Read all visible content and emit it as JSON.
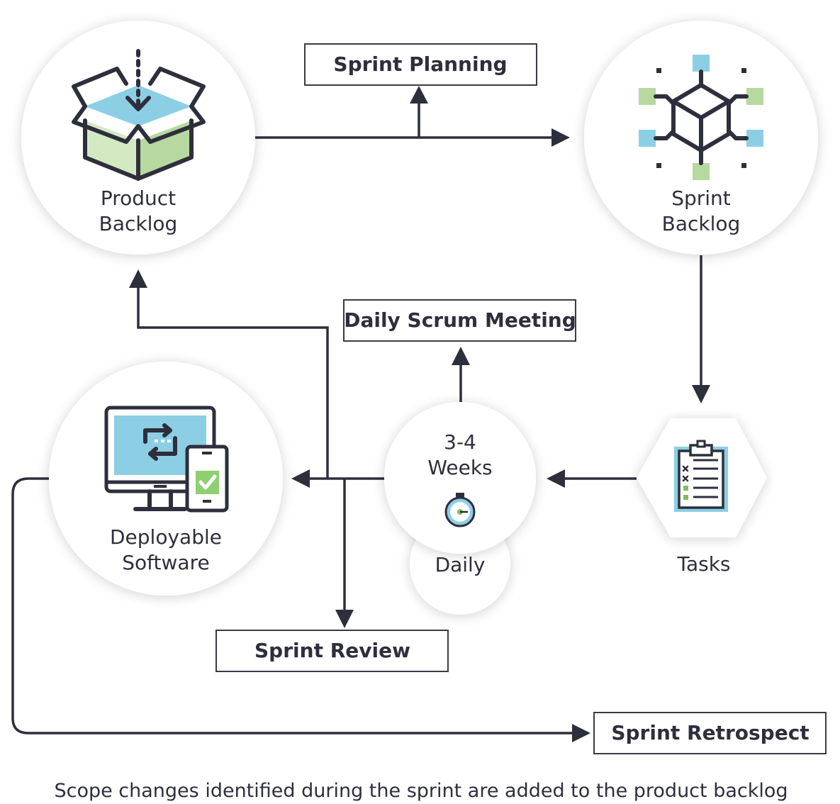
{
  "nodes": {
    "product_backlog": {
      "line1": "Product",
      "line2": "Backlog"
    },
    "sprint_backlog": {
      "line1": "Sprint",
      "line2": "Backlog"
    },
    "tasks": {
      "label": "Tasks"
    },
    "weeks": {
      "line1": "3-4",
      "line2": "Weeks"
    },
    "daily": {
      "label": "Daily"
    },
    "deployable": {
      "line1": "Deployable",
      "line2": "Software"
    }
  },
  "boxes": {
    "sprint_planning": "Sprint Planning",
    "daily_scrum": "Daily Scrum Meeting",
    "sprint_review": "Sprint Review",
    "sprint_retrospect": "Sprint Retrospect"
  },
  "caption": "Scope changes identified during the sprint are added to the product backlog",
  "icons": [
    "open-box-icon",
    "cube-network-icon",
    "clipboard-checklist-icon",
    "stopwatch-icon",
    "monitor-phone-icon"
  ],
  "colors": {
    "line": "#2e2f3c",
    "accent_blue": "#8ccfe5",
    "accent_green": "#b7d99f",
    "circle_shadow": "#ececec"
  }
}
